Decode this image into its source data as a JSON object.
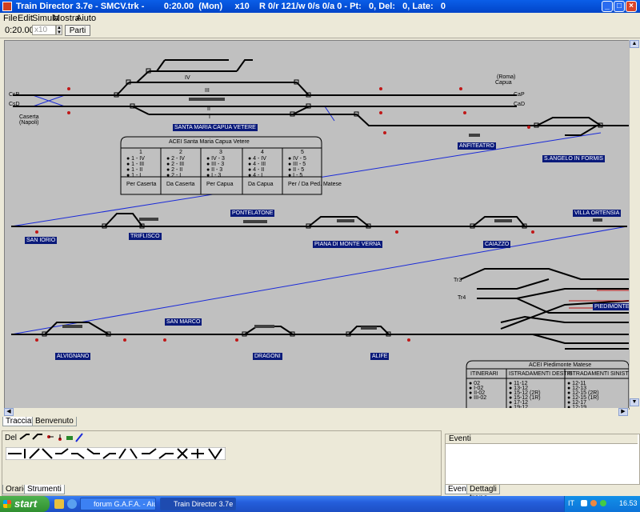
{
  "window": {
    "title": "Train Director 3.7e - SMCV.trk -        0:20.00  (Mon)     x10    R 0/r 121/w 0/s 0/a 0 - Pt:   0, Del:   0, Late:   0"
  },
  "menu": [
    "File",
    "Edit",
    "Simula",
    "Mostra",
    "Aiuto"
  ],
  "toolbar": {
    "clock": "0:20.00",
    "speed_value": "x10",
    "start_label": "Parti"
  },
  "layout": {
    "stations": [
      "SANTA MARIA CAPUA VETERE",
      "ANFITEATRO",
      "S.ANGELO IN FORMIS",
      "SAN IORIO",
      "TRIFLISCO",
      "PONTELATONE",
      "PIANA DI MONTE VERNA",
      "VILLA ORTENSIA",
      "CAIAZZO",
      "SAN MARCO",
      "ALVIGNANO",
      "DRAGONI",
      "ALIFE",
      "PIEDIMONTE"
    ],
    "labels": {
      "roma": "(Roma)",
      "capua": "Capua",
      "caserta": "Caserta",
      "napoli": "(Napoli)",
      "csp": "CsP",
      "csd": "CsD",
      "cap": "CaP",
      "cad": "CaD",
      "tr3": "Tr3",
      "tr4": "Tr4",
      "track_iii": "III",
      "track_ii": "II",
      "track_i": "I",
      "track_iv": "IV"
    },
    "acei1": {
      "title": "ACEI Santa Maria Capua Vetere",
      "headers": [
        "1",
        "2",
        "3",
        "4",
        "5"
      ],
      "columns": [
        [
          "1 - IV",
          "1 - III",
          "1 - II",
          "1 - I"
        ],
        [
          "2 - IV",
          "2 - III",
          "2 - II",
          "2 - I"
        ],
        [
          "IV - 3",
          "III - 3",
          "II - 3",
          "I - 3"
        ],
        [
          "4 - IV",
          "4 - III",
          "4 - II",
          "4 - I"
        ],
        [
          "IV - 5",
          "III - 5",
          "II - 5",
          "I - 5"
        ]
      ],
      "footer": [
        "Per Caserta",
        "Da Caserta",
        "Per Capua",
        "Da Capua",
        "Per / Da Ped. Matese"
      ]
    },
    "acei2": {
      "title": "ACEI Piedimonte Matese",
      "headers": [
        "ITINERARI",
        "ISTRADAMENTI DESTRI",
        "ISTRADAMENTI SINISTRI"
      ],
      "itinerari": [
        "02",
        "I-02",
        "II-02",
        "III-02"
      ],
      "destri": [
        "11-12",
        "13-12",
        "15-12 (2R)",
        "15-12 (1R)",
        "17-12",
        "19-12"
      ],
      "sinistri": [
        "12-11",
        "12-13",
        "12-15 (2R)",
        "12-15 (1R)",
        "12-17",
        "12-19"
      ]
    }
  },
  "tabs_top": [
    "Tracciato",
    "Benvenuto"
  ],
  "tool_panel": {
    "del_label": "Del"
  },
  "tabs_bottom_left": [
    "Orario",
    "Strumenti"
  ],
  "events": {
    "header": "Eventi"
  },
  "tabs_bottom_right": [
    "Eventi",
    "Dettagli treno"
  ],
  "taskbar": {
    "start": "start",
    "tasks": [
      "forum G.A.F.A. - Aiut...",
      "Train Director 3.7e - ..."
    ],
    "lang": "IT",
    "time": "16.53"
  },
  "colors": {
    "layout_bg": "#c0c0c0",
    "track": "#000000",
    "link": "#1a2ad8",
    "signal_red": "#c01818",
    "station_label": "#0a1a7a"
  }
}
